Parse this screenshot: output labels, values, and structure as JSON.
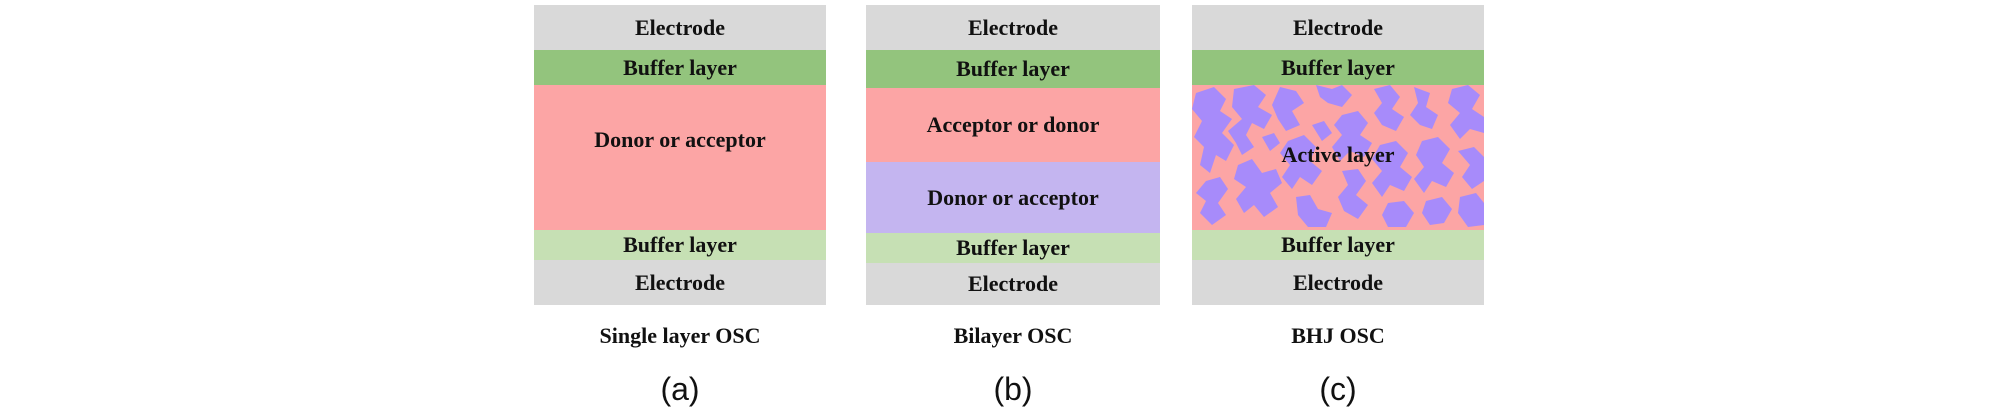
{
  "colors": {
    "electrode": "#d9d9d9",
    "buffer_top": "#93c47d",
    "buffer_bottom": "#c6e0b4",
    "red_layer": "#fca5a5",
    "blue_layer": "#c4b5f0",
    "blob": "#a78bfa"
  },
  "panels": [
    {
      "caption": "Single layer OSC",
      "letter": "(a)",
      "layers": [
        {
          "label": "Electrode",
          "kind": "electrode"
        },
        {
          "label": "Buffer layer",
          "kind": "buffer_top"
        },
        {
          "label": "Donor or acceptor",
          "kind": "red_layer"
        },
        {
          "label": "Buffer layer",
          "kind": "buffer_bottom"
        },
        {
          "label": "Electrode",
          "kind": "electrode"
        }
      ]
    },
    {
      "caption": "Bilayer OSC",
      "letter": "(b)",
      "layers": [
        {
          "label": "Electrode",
          "kind": "electrode"
        },
        {
          "label": "Buffer layer",
          "kind": "buffer_top"
        },
        {
          "label": "Acceptor or donor",
          "kind": "red_layer"
        },
        {
          "label": "Donor or acceptor",
          "kind": "blue_layer"
        },
        {
          "label": "Buffer layer",
          "kind": "buffer_bottom"
        },
        {
          "label": "Electrode",
          "kind": "electrode"
        }
      ]
    },
    {
      "caption": "BHJ OSC",
      "letter": "(c)",
      "layers": [
        {
          "label": "Electrode",
          "kind": "electrode"
        },
        {
          "label": "Buffer layer",
          "kind": "buffer_top"
        },
        {
          "label": "Active layer",
          "kind": "red_layer"
        },
        {
          "label": "Buffer layer",
          "kind": "buffer_bottom"
        },
        {
          "label": "Electrode",
          "kind": "electrode"
        }
      ]
    }
  ]
}
